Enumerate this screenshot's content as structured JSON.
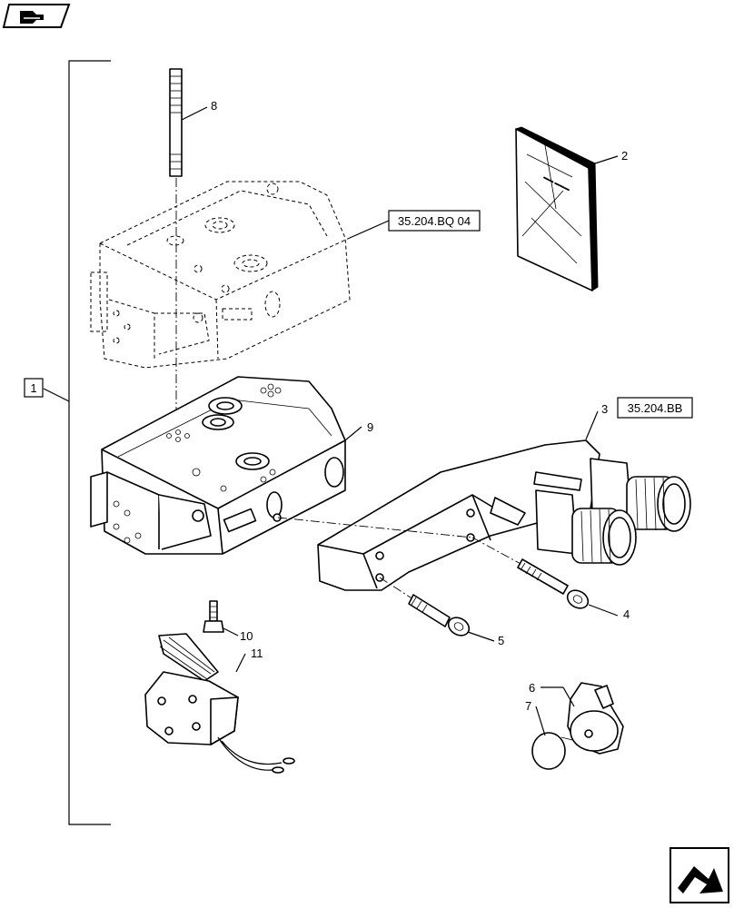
{
  "nav": {
    "top_icon": "book-page-icon",
    "bottom_icon": "next-page-arrow-icon"
  },
  "group_label": "1",
  "callouts": {
    "c2": "2",
    "c3": "3",
    "c4": "4",
    "c5": "5",
    "c6": "6",
    "c7": "7",
    "c8": "8",
    "c9": "9",
    "c10": "10",
    "c11": "11"
  },
  "references": {
    "ref_bq04": "35.204.BQ 04",
    "ref_bb": "35.204.BB"
  }
}
